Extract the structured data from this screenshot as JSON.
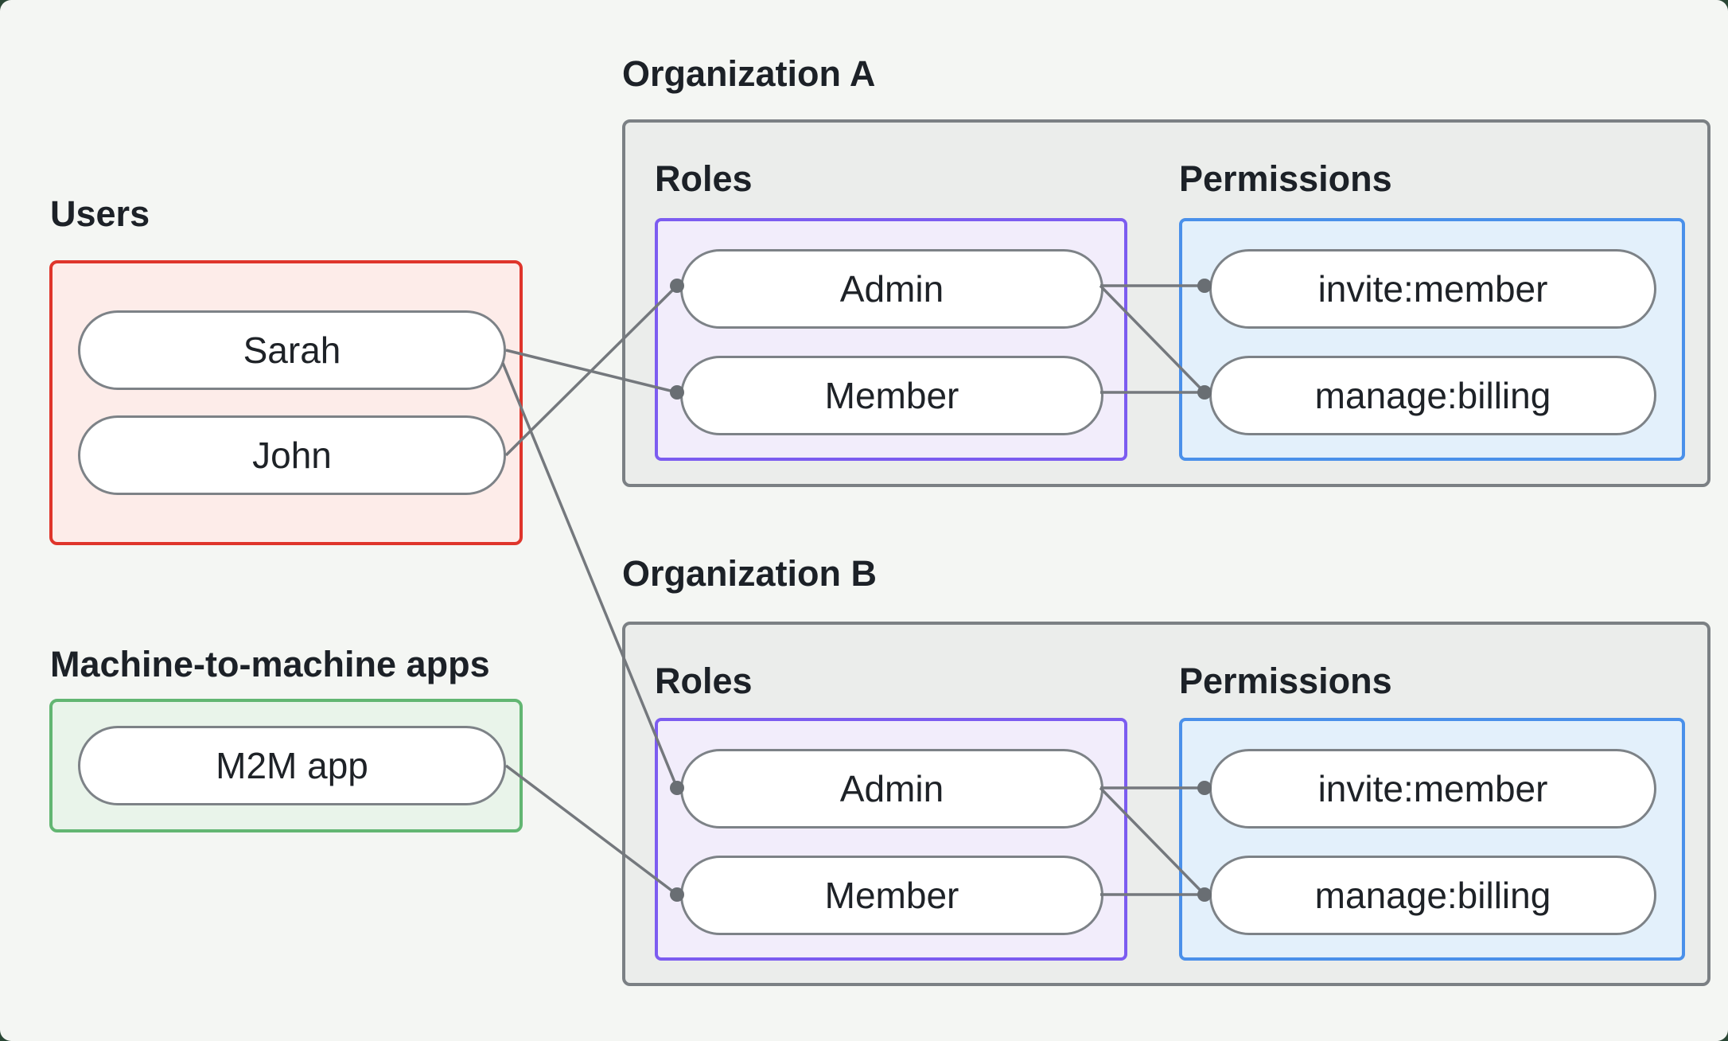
{
  "page": {
    "background": "#f4f6f3",
    "outer_background": "#2a4735"
  },
  "users_section": {
    "title": "Users",
    "items": [
      "Sarah",
      "John"
    ],
    "border_color": "#df352b",
    "fill_color": "#fdece9"
  },
  "m2m_section": {
    "title": "Machine-to-machine apps",
    "items": [
      "M2M app"
    ],
    "border_color": "#62b672",
    "fill_color": "#e9f4ea"
  },
  "organizations": [
    {
      "title": "Organization A",
      "roles_title": "Roles",
      "permissions_title": "Permissions",
      "roles": [
        "Admin",
        "Member"
      ],
      "permissions": [
        "invite:member",
        "manage:billing"
      ]
    },
    {
      "title": "Organization B",
      "roles_title": "Roles",
      "permissions_title": "Permissions",
      "roles": [
        "Admin",
        "Member"
      ],
      "permissions": [
        "invite:member",
        "manage:billing"
      ]
    }
  ],
  "colors": {
    "roles_border": "#7c5cf0",
    "roles_fill": "#f2edfb",
    "permissions_border": "#4a90ea",
    "permissions_fill": "#e3f0fb",
    "org_border": "#7b8084",
    "org_fill": "#ebedeb",
    "pill_border": "#7d8287",
    "connector": "#74787d",
    "connector_dot": "#696e73",
    "label_text": "#1c2127"
  },
  "edges": [
    {
      "from": "Sarah",
      "to": "Organization A / Member"
    },
    {
      "from": "John",
      "to": "Organization A / Admin"
    },
    {
      "from": "Sarah",
      "to": "Organization B / Admin"
    },
    {
      "from": "M2M app",
      "to": "Organization B / Member"
    },
    {
      "from": "Organization A / Admin",
      "to": "Organization A / invite:member"
    },
    {
      "from": "Organization A / Admin",
      "to": "Organization A / manage:billing"
    },
    {
      "from": "Organization A / Member",
      "to": "Organization A / manage:billing"
    },
    {
      "from": "Organization B / Admin",
      "to": "Organization B / invite:member"
    },
    {
      "from": "Organization B / Admin",
      "to": "Organization B / manage:billing"
    },
    {
      "from": "Organization B / Member",
      "to": "Organization B / manage:billing"
    }
  ]
}
